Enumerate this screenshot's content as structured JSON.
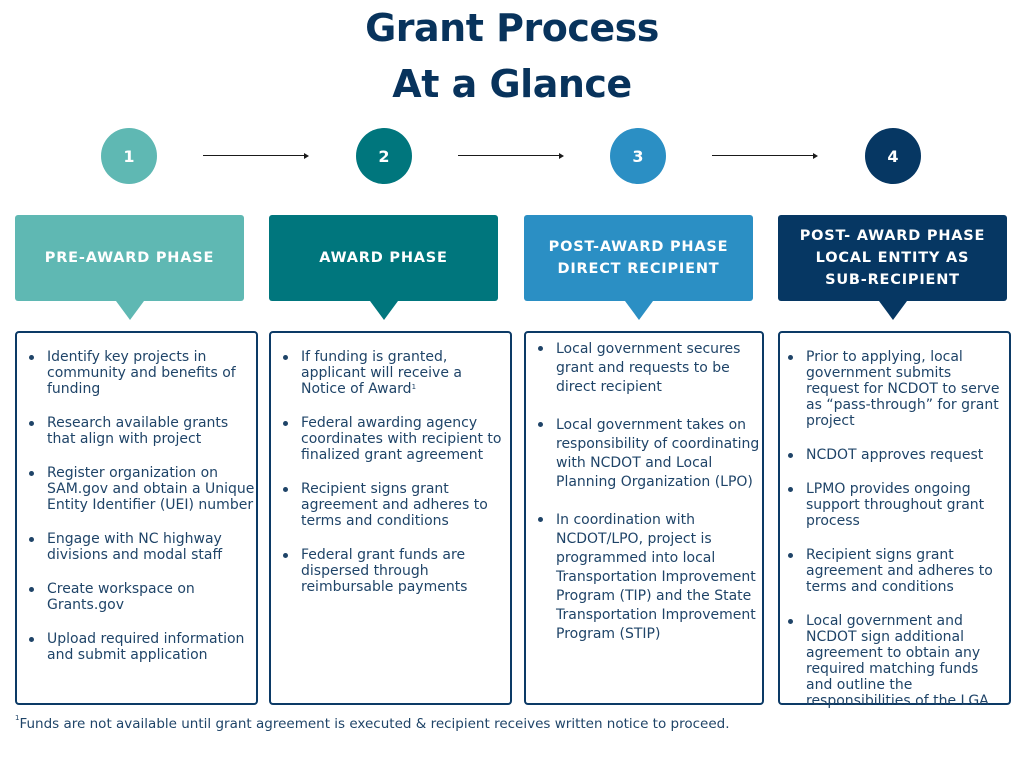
{
  "title": {
    "line1": "Grant Process",
    "line2": "At a Glance"
  },
  "steps": [
    {
      "number": "1",
      "color": "#5fb8b3"
    },
    {
      "number": "2",
      "color": "#00767d"
    },
    {
      "number": "3",
      "color": "#2b8fc4"
    },
    {
      "number": "4",
      "color": "#063763"
    }
  ],
  "phases": [
    {
      "title": "PRE-AWARD PHASE",
      "color": "#5fb8b3",
      "items": [
        "Identify key projects in community and benefits of funding",
        "Research available grants that align with project",
        "Register organization on SAM.gov and obtain a Unique Entity Identifier (UEI) number",
        "Engage with NC highway divisions and modal staff",
        "Create workspace on Grants.gov",
        "Upload required information and submit application"
      ]
    },
    {
      "title": "AWARD PHASE",
      "color": "#00767d",
      "items": [
        "If funding is granted, applicant will receive a Notice of Award",
        "Federal awarding agency coordinates with recipient to finalized grant agreement",
        "Recipient signs grant agreement and adheres to terms and conditions",
        "Federal grant funds are dispersed through reimbursable payments"
      ],
      "footnote_marker": "1"
    },
    {
      "title": "POST-AWARD PHASE\nDIRECT RECIPIENT",
      "color": "#2b8fc4",
      "items": [
        "Local government secures grant and requests to be direct recipient",
        "Local government takes on responsibility of coordinating with NCDOT and Local Planning Organization (LPO)",
        "In coordination with NCDOT/LPO, project is programmed into local Transportation Improvement Program (TIP) and the State Transportation Improvement Program (STIP)"
      ]
    },
    {
      "title": "POST- AWARD PHASE\nLOCAL ENTITY AS\nSUB-RECIPIENT",
      "color": "#063763",
      "items": [
        "Prior to applying, local government submits request for NCDOT to serve as “pass-through” for grant project",
        "NCDOT approves request",
        "LPMO provides ongoing support throughout grant process",
        "Recipient signs grant agreement and adheres to terms and conditions",
        "Local government and NCDOT sign additional agreement to obtain any required matching funds and outline the responsibilities of the LGA"
      ]
    }
  ],
  "footnote": {
    "marker": "1",
    "text": "Funds are not available until grant agreement is executed & recipient receives written notice to proceed."
  }
}
